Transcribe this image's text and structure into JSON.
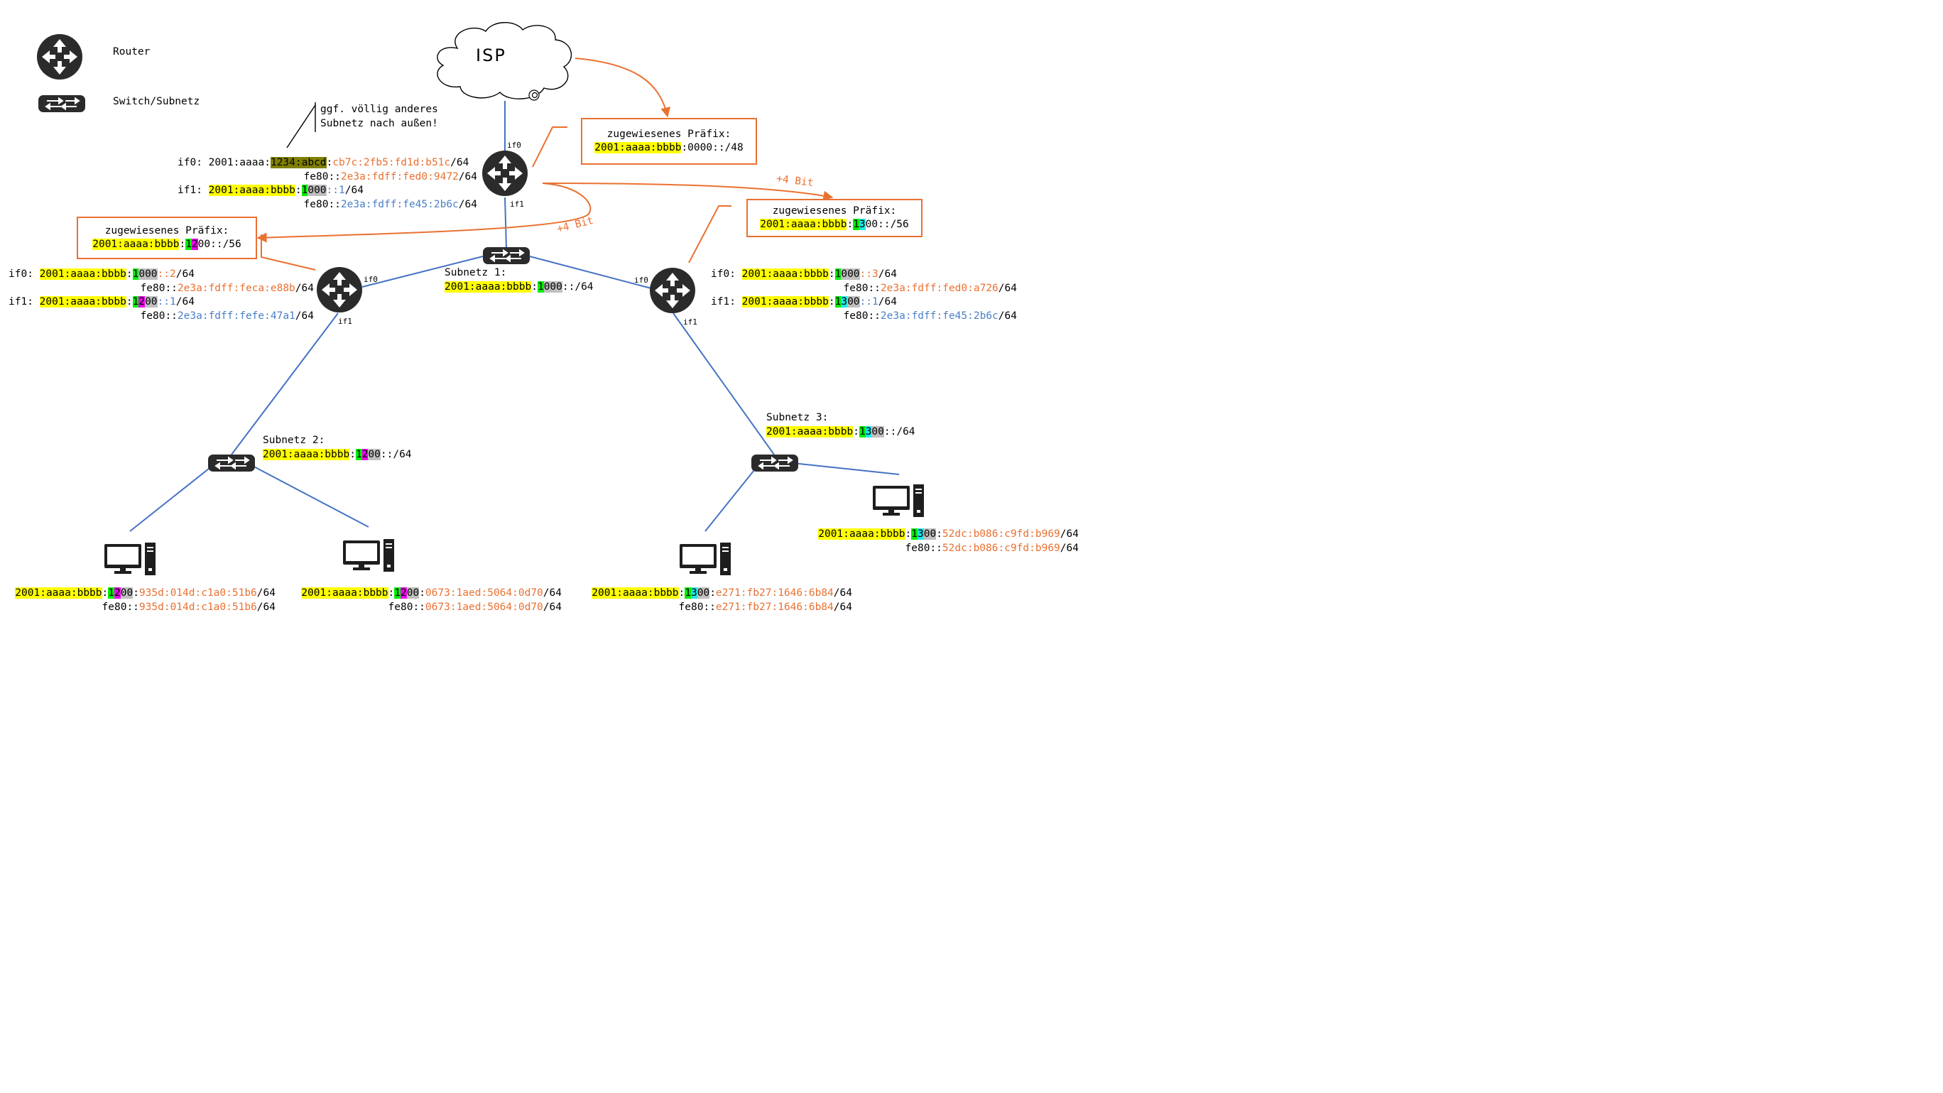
{
  "legend": {
    "router_label": "Router",
    "switch_label": "Switch/Subnetz"
  },
  "isp": {
    "label": "ISP"
  },
  "note": {
    "line1": "ggf. völlig anderes",
    "line2": "Subnetz nach außen!"
  },
  "plus4_top": "+4 Bit",
  "plus4_left": "+4 Bit",
  "top_router": {
    "if0_label": "if0",
    "if1_label": "if1",
    "if0": {
      "label": "if0: ",
      "p1": "2001:aaaa:",
      "p2": "1234:abcd",
      "p3": ":",
      "p4": "cb7c:2fb5:fd1d:b51c",
      "p5": "/64"
    },
    "if0_ll": {
      "p1": "fe80::",
      "p2": "2e3a:fdff:fed0:9472",
      "p3": "/64"
    },
    "if1": {
      "label": "if1: ",
      "p1": "2001:aaaa:bbbb",
      "p2": ":",
      "p3": "1",
      "p4": "000",
      "p5": "::1",
      "p6": "/64"
    },
    "if1_ll": {
      "p1": "fe80::",
      "p2": "2e3a:fdff:fe45:2b6c",
      "p3": "/64"
    }
  },
  "top_prefix_box": {
    "title": "zugewiesenes Präfix:",
    "p1": "2001:aaaa:bbbb",
    "p2": ":0000::/48"
  },
  "left_prefix_box": {
    "title": "zugewiesenes Präfix:",
    "p1": "2001:aaaa:bbbb",
    "p2": ":",
    "p3": "1",
    "p4": "2",
    "p5": "00::/56"
  },
  "right_prefix_box": {
    "title": "zugewiesenes Präfix:",
    "p1": "2001:aaaa:bbbb",
    "p2": ":",
    "p3": "1",
    "p4": "3",
    "p5": "00::/56"
  },
  "left_router": {
    "if0_label": "if0",
    "if1_label": "if1",
    "if0": {
      "label": "if0: ",
      "p1": "2001:aaaa:bbbb",
      "p2": ":",
      "p3": "1",
      "p4": "000",
      "p5": "::2",
      "p6": "/64"
    },
    "if0_ll": {
      "p1": "fe80::",
      "p2": "2e3a:fdff:feca:e88b",
      "p3": "/64"
    },
    "if1": {
      "label": "if1: ",
      "p1": "2001:aaaa:bbbb",
      "p2": ":",
      "p3": "1",
      "p4": "2",
      "p5": "00",
      "p6": "::1",
      "p7": "/64"
    },
    "if1_ll": {
      "p1": "fe80::",
      "p2": "2e3a:fdff:fefe:47a1",
      "p3": "/64"
    }
  },
  "right_router": {
    "if0_label": "if0",
    "if1_label": "if1",
    "if0": {
      "label": "if0: ",
      "p1": "2001:aaaa:bbbb",
      "p2": ":",
      "p3": "1",
      "p4": "000",
      "p5": "::3",
      "p6": "/64"
    },
    "if0_ll": {
      "p1": "fe80::",
      "p2": "2e3a:fdff:fed0:a726",
      "p3": "/64"
    },
    "if1": {
      "label": "if1: ",
      "p1": "2001:aaaa:bbbb",
      "p2": ":",
      "p3": "1",
      "p4": "3",
      "p5": "00",
      "p6": "::1",
      "p7": "/64"
    },
    "if1_ll": {
      "p1": "fe80::",
      "p2": "2e3a:fdff:fe45:2b6c",
      "p3": "/64"
    }
  },
  "subnet1": {
    "title": "Subnetz 1:",
    "p1": "2001:aaaa:bbbb",
    "p2": ":",
    "p3": "1",
    "p4": "000",
    "p5": "::/64"
  },
  "subnet2": {
    "title": "Subnetz 2:",
    "p1": "2001:aaaa:bbbb",
    "p2": ":",
    "p3": "1",
    "p4": "2",
    "p5": "00",
    "p6": "::/64"
  },
  "subnet3": {
    "title": "Subnetz 3:",
    "p1": "2001:aaaa:bbbb",
    "p2": ":",
    "p3": "1",
    "p4": "3",
    "p5": "00",
    "p6": "::/64"
  },
  "hosts": {
    "h1": {
      "p1": "2001:aaaa:bbbb",
      "p2": ":",
      "p3": "1",
      "p4": "2",
      "p5": "00",
      "p6": ":",
      "p7": "935d:014d:c1a0:51b6",
      "p8": "/64",
      "ll1": "fe80::",
      "ll2": "935d:014d:c1a0:51b6",
      "ll3": "/64"
    },
    "h2": {
      "p1": "2001:aaaa:bbbb",
      "p2": ":",
      "p3": "1",
      "p4": "2",
      "p5": "00",
      "p6": ":",
      "p7": "0673:1aed:5064:0d70",
      "p8": "/64",
      "ll1": "fe80::",
      "ll2": "0673:1aed:5064:0d70",
      "ll3": "/64"
    },
    "h3": {
      "p1": "2001:aaaa:bbbb",
      "p2": ":",
      "p3": "1",
      "p4": "3",
      "p5": "00",
      "p6": ":",
      "p7": "e271:fb27:1646:6b84",
      "p8": "/64",
      "ll1": "fe80::",
      "ll2": "e271:fb27:1646:6b84",
      "ll3": "/64"
    },
    "h4": {
      "p1": "2001:aaaa:bbbb",
      "p2": ":",
      "p3": "1",
      "p4": "3",
      "p5": "00",
      "p6": ":",
      "p7": "52dc:b086:c9fd:b969",
      "p8": "/64",
      "ll1": "fe80::",
      "ll2": "52dc:b086:c9fd:b969",
      "ll3": "/64"
    }
  },
  "colors": {
    "link": "#4472c4",
    "arrow": "#e97132",
    "device": "#2b2b2b",
    "highlight_yellow": "#ffff00",
    "highlight_green": "#00ee00",
    "highlight_magenta": "#ee00ee",
    "highlight_cyan": "#22e6e6",
    "highlight_gray": "#bfbfbf",
    "highlight_olive": "#808000"
  }
}
